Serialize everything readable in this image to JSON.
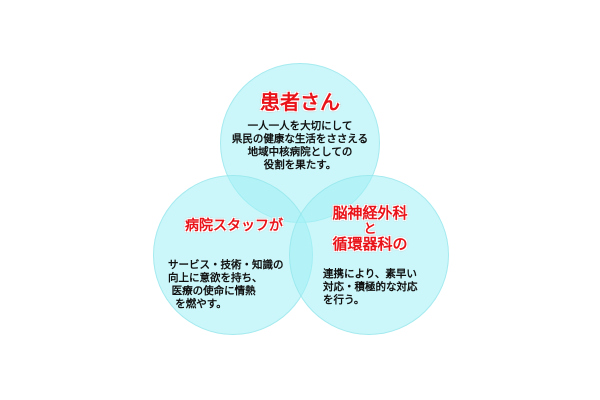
{
  "diagram": {
    "type": "venn",
    "fill_color": "#b4f3f6",
    "heading_color": "#e8141a",
    "circles": [
      {
        "id": "patients",
        "heading": "患者さん",
        "body": "一人一人を大切にして\n県民の健康な生活をささえる\n地域中核病院としての\n役割を果たす。"
      },
      {
        "id": "staff",
        "heading": "病院スタッフが",
        "body": "サービス・技術・知識の\n向上に意欲を持ち、\n 医療の使命に情熱\n  を燃やす。"
      },
      {
        "id": "departments",
        "heading_lines": [
          "脳神経外科",
          "と",
          "循環器科の"
        ],
        "body": "連携により、素早い\n対応・積極的な対応\nを行う。"
      }
    ]
  }
}
